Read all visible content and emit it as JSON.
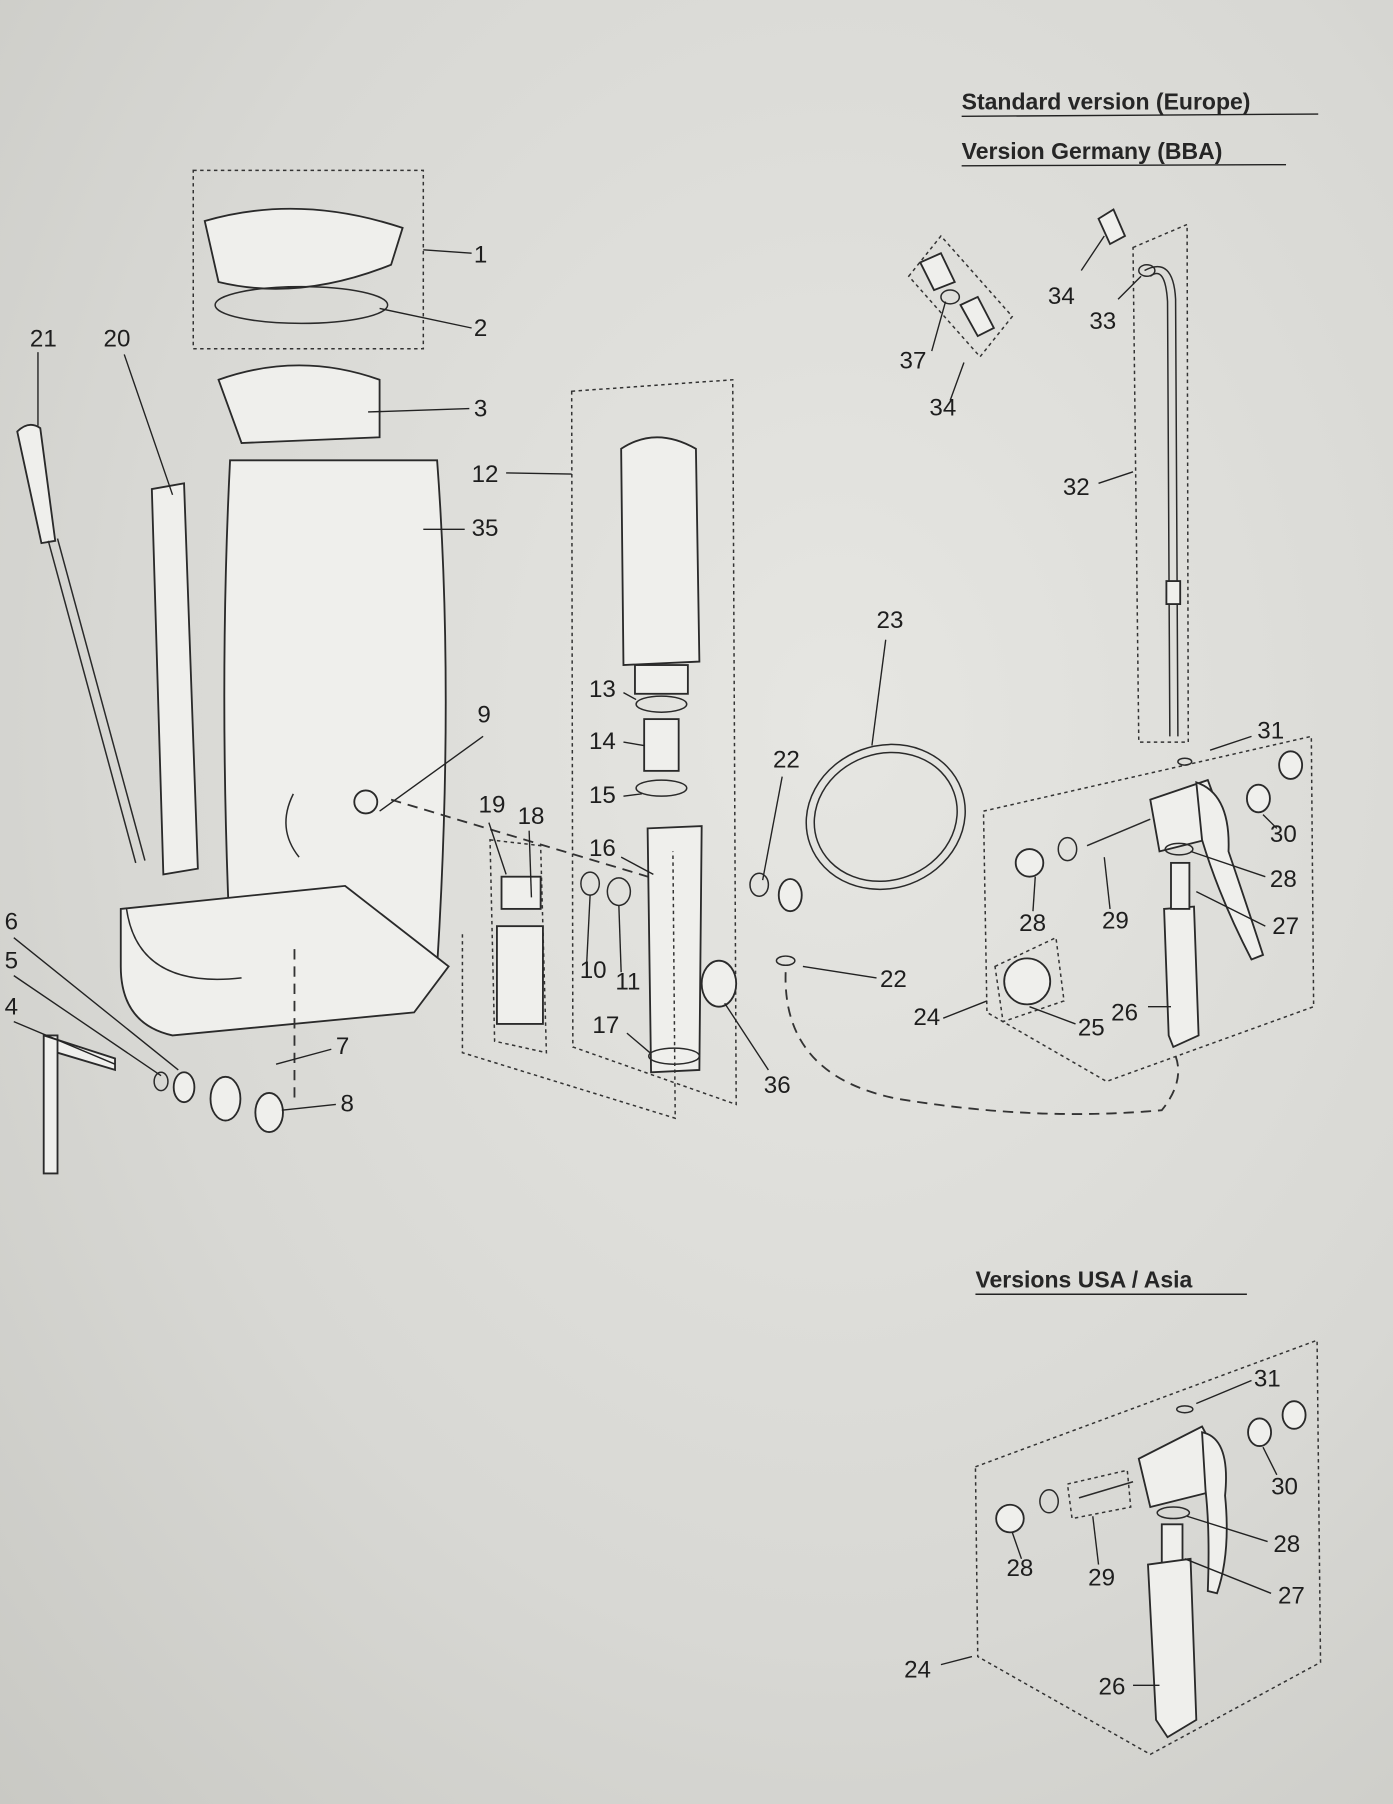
{
  "headings": {
    "standard": "Standard version (Europe)",
    "germany": "Version Germany (BBA)",
    "usa_asia": "Versions USA / Asia"
  },
  "callouts_main": [
    "1",
    "2",
    "3",
    "12",
    "35",
    "21",
    "20",
    "9",
    "19",
    "18",
    "13",
    "14",
    "15",
    "16",
    "10",
    "11",
    "17",
    "36",
    "22",
    "22",
    "23",
    "6",
    "5",
    "4",
    "7",
    "8"
  ],
  "callouts_europe": [
    "34",
    "33",
    "37",
    "34",
    "32",
    "31",
    "30",
    "28",
    "27",
    "28",
    "29",
    "24",
    "25",
    "26"
  ],
  "callouts_usa": [
    "31",
    "30",
    "28",
    "27",
    "28",
    "29",
    "24",
    "26"
  ]
}
